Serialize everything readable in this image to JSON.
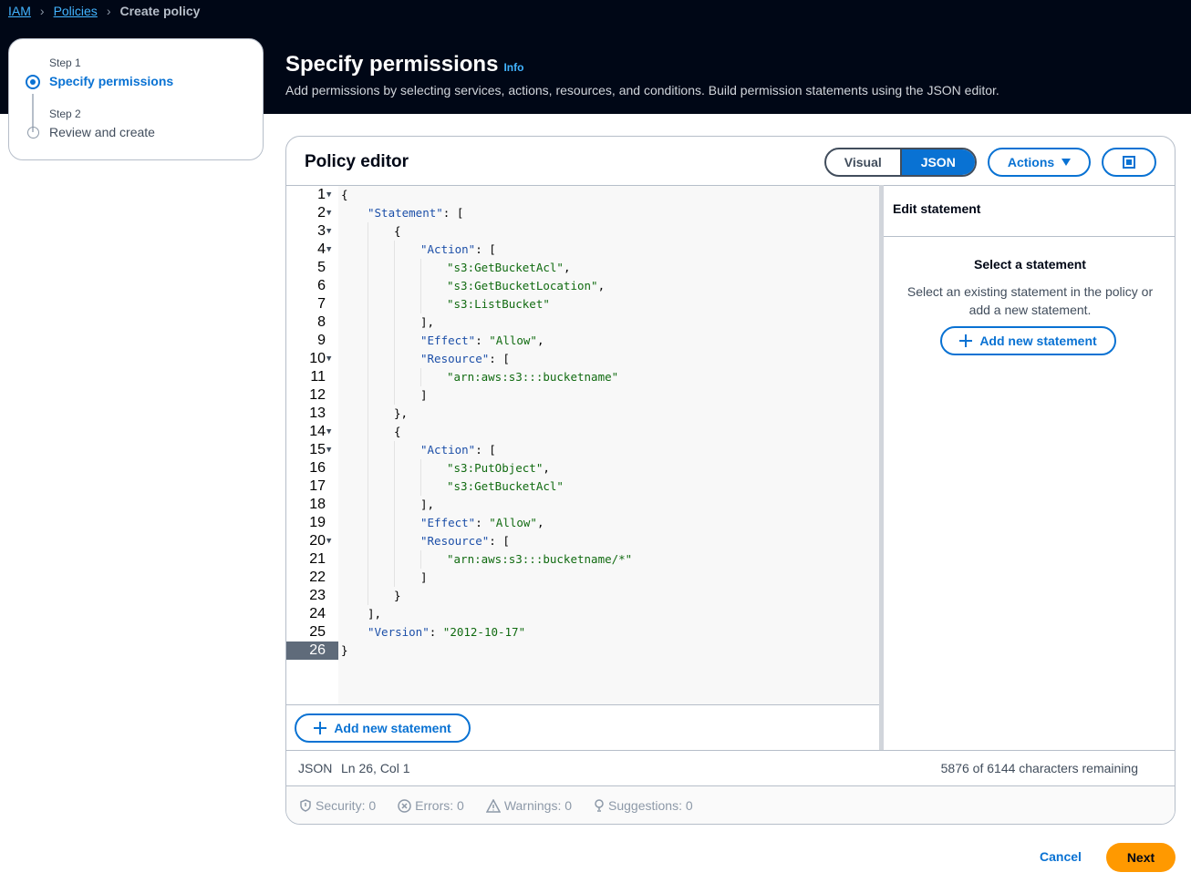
{
  "breadcrumb": {
    "items": [
      "IAM",
      "Policies"
    ],
    "current": "Create policy"
  },
  "wizard": {
    "steps": [
      {
        "label": "Step 1",
        "title": "Specify permissions",
        "state": "active"
      },
      {
        "label": "Step 2",
        "title": "Review and create",
        "state": "pending"
      }
    ]
  },
  "header": {
    "title": "Specify permissions",
    "info": "Info",
    "description": "Add permissions by selecting services, actions, resources, and conditions. Build permission statements using the JSON editor."
  },
  "editor": {
    "title": "Policy editor",
    "modes": [
      "Visual",
      "JSON"
    ],
    "selected_mode": "JSON",
    "actions_label": "Actions",
    "add_statement": "Add new statement",
    "active_line": 26,
    "lines": [
      {
        "n": 1,
        "i": 0,
        "f": true,
        "t": [
          [
            "p",
            "{"
          ]
        ]
      },
      {
        "n": 2,
        "i": 1,
        "f": true,
        "t": [
          [
            "k",
            "\"Statement\""
          ],
          [
            "p",
            ": ["
          ]
        ]
      },
      {
        "n": 3,
        "i": 2,
        "f": true,
        "t": [
          [
            "p",
            "{"
          ]
        ]
      },
      {
        "n": 4,
        "i": 3,
        "f": true,
        "t": [
          [
            "k",
            "\"Action\""
          ],
          [
            "p",
            ": ["
          ]
        ]
      },
      {
        "n": 5,
        "i": 4,
        "f": false,
        "t": [
          [
            "s",
            "\"s3:GetBucketAcl\""
          ],
          [
            "p",
            ","
          ]
        ]
      },
      {
        "n": 6,
        "i": 4,
        "f": false,
        "t": [
          [
            "s",
            "\"s3:GetBucketLocation\""
          ],
          [
            "p",
            ","
          ]
        ]
      },
      {
        "n": 7,
        "i": 4,
        "f": false,
        "t": [
          [
            "s",
            "\"s3:ListBucket\""
          ]
        ]
      },
      {
        "n": 8,
        "i": 3,
        "f": false,
        "t": [
          [
            "p",
            "],"
          ]
        ]
      },
      {
        "n": 9,
        "i": 3,
        "f": false,
        "t": [
          [
            "k",
            "\"Effect\""
          ],
          [
            "p",
            ": "
          ],
          [
            "s",
            "\"Allow\""
          ],
          [
            "p",
            ","
          ]
        ]
      },
      {
        "n": 10,
        "i": 3,
        "f": true,
        "t": [
          [
            "k",
            "\"Resource\""
          ],
          [
            "p",
            ": ["
          ]
        ]
      },
      {
        "n": 11,
        "i": 4,
        "f": false,
        "t": [
          [
            "s",
            "\"arn:aws:s3:::bucketname\""
          ]
        ]
      },
      {
        "n": 12,
        "i": 3,
        "f": false,
        "t": [
          [
            "p",
            "]"
          ]
        ]
      },
      {
        "n": 13,
        "i": 2,
        "f": false,
        "t": [
          [
            "p",
            "},"
          ]
        ]
      },
      {
        "n": 14,
        "i": 2,
        "f": true,
        "t": [
          [
            "p",
            "{"
          ]
        ]
      },
      {
        "n": 15,
        "i": 3,
        "f": true,
        "t": [
          [
            "k",
            "\"Action\""
          ],
          [
            "p",
            ": ["
          ]
        ]
      },
      {
        "n": 16,
        "i": 4,
        "f": false,
        "t": [
          [
            "s",
            "\"s3:PutObject\""
          ],
          [
            "p",
            ","
          ]
        ]
      },
      {
        "n": 17,
        "i": 4,
        "f": false,
        "t": [
          [
            "s",
            "\"s3:GetBucketAcl\""
          ]
        ]
      },
      {
        "n": 18,
        "i": 3,
        "f": false,
        "t": [
          [
            "p",
            "],"
          ]
        ]
      },
      {
        "n": 19,
        "i": 3,
        "f": false,
        "t": [
          [
            "k",
            "\"Effect\""
          ],
          [
            "p",
            ": "
          ],
          [
            "s",
            "\"Allow\""
          ],
          [
            "p",
            ","
          ]
        ]
      },
      {
        "n": 20,
        "i": 3,
        "f": true,
        "t": [
          [
            "k",
            "\"Resource\""
          ],
          [
            "p",
            ": ["
          ]
        ]
      },
      {
        "n": 21,
        "i": 4,
        "f": false,
        "t": [
          [
            "s",
            "\"arn:aws:s3:::bucketname/*\""
          ]
        ]
      },
      {
        "n": 22,
        "i": 3,
        "f": false,
        "t": [
          [
            "p",
            "]"
          ]
        ]
      },
      {
        "n": 23,
        "i": 2,
        "f": false,
        "t": [
          [
            "p",
            "}"
          ]
        ]
      },
      {
        "n": 24,
        "i": 1,
        "f": false,
        "t": [
          [
            "p",
            "],"
          ]
        ]
      },
      {
        "n": 25,
        "i": 1,
        "f": false,
        "t": [
          [
            "k",
            "\"Version\""
          ],
          [
            "p",
            ": "
          ],
          [
            "s",
            "\"2012-10-17\""
          ]
        ]
      },
      {
        "n": 26,
        "i": 0,
        "f": false,
        "t": [
          [
            "p",
            "}"
          ]
        ]
      }
    ]
  },
  "side_panel": {
    "title": "Edit statement",
    "empty_title": "Select a statement",
    "empty_text": "Select an existing statement in the policy or add a new statement.",
    "add_statement": "Add new statement"
  },
  "status": {
    "language": "JSON",
    "cursor": "Ln 26, Col 1",
    "remaining": "5876 of 6144 characters remaining"
  },
  "validation": {
    "security": "Security: 0",
    "errors": "Errors: 0",
    "warnings": "Warnings: 0",
    "suggestions": "Suggestions: 0"
  },
  "footer": {
    "cancel": "Cancel",
    "next": "Next"
  },
  "colors": {
    "accent": "#0972d3",
    "primary_button": "#ff9900",
    "header_bg": "#000716",
    "json_key": "#1c4fa8",
    "json_string": "#116b11"
  }
}
